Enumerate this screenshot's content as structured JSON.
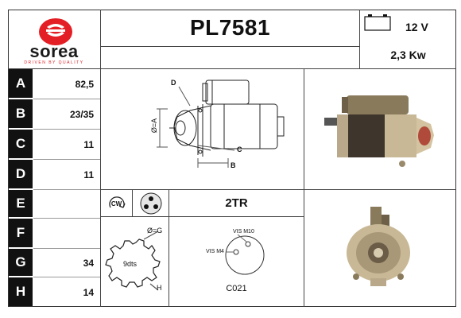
{
  "brand": {
    "name": "sorea",
    "tagline": "DRIVEN BY QUALITY",
    "color": "#e31e24"
  },
  "part_number": "PL7581",
  "specs": {
    "voltage": "12 V",
    "power": "2,3 Kw",
    "battery_icon": "battery-icon"
  },
  "dimensions": [
    {
      "label": "A",
      "value": "82,5"
    },
    {
      "label": "B",
      "value": "23/35"
    },
    {
      "label": "C",
      "value": "11"
    },
    {
      "label": "D",
      "value": "11"
    },
    {
      "label": "E",
      "value": ""
    },
    {
      "label": "F",
      "value": ""
    },
    {
      "label": "G",
      "value": "34"
    },
    {
      "label": "H",
      "value": "14"
    }
  ],
  "diagram_labels": {
    "d": "D",
    "c": "C",
    "b": "B",
    "a": "Ø=A"
  },
  "rotation": {
    "direction": "CW",
    "mount_code": "2TR"
  },
  "gear": {
    "teeth": "9dts",
    "g_label": "Ø=G",
    "h_label": "H"
  },
  "connections": {
    "m10": "VIS M10",
    "m4": "VIS M4",
    "code": "C021"
  }
}
